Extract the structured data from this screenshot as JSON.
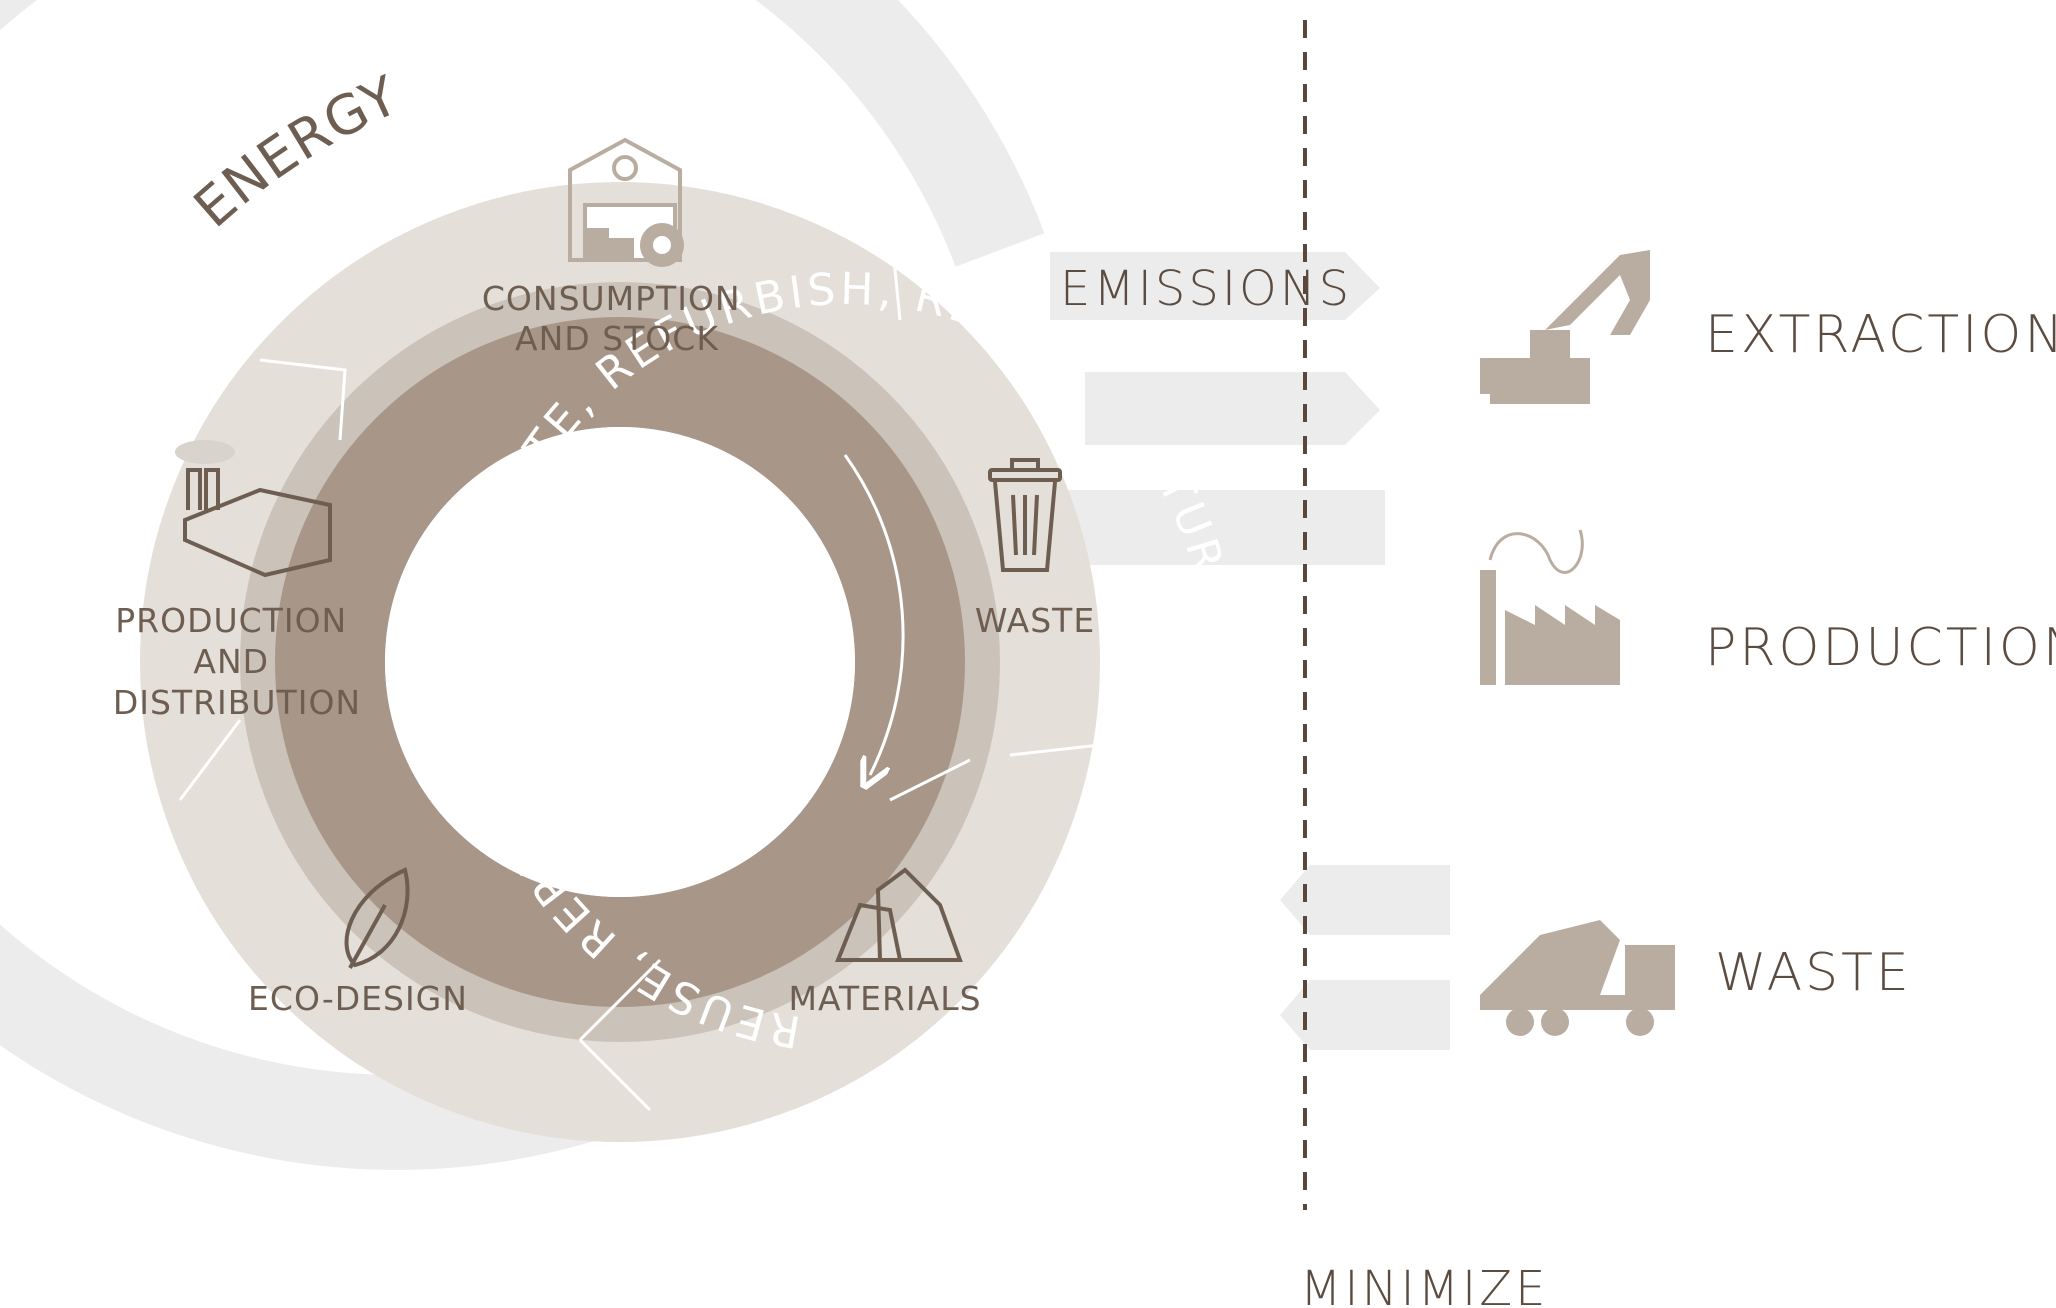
{
  "diagram": {
    "energy_label": "ENERGY",
    "emissions_label": "EMISSIONS",
    "minimize_label": "MINIMIZE",
    "ring_text": "REUSE, REPAIR, REDISTRIBUTE, REFURBISH, REMANUFACTURE",
    "stages": {
      "consumption": [
        "CONSUMPTION",
        "AND STOCK"
      ],
      "waste": "WASTE",
      "materials": "MATERIALS",
      "eco_design": "ECO-DESIGN",
      "production": [
        "PRODUCTION",
        "AND",
        "DISTRIBUTION"
      ]
    },
    "right_panel": {
      "extraction": "EXTRACTION",
      "production": "PRODUCTION",
      "waste": "WASTE"
    },
    "icons": {
      "consumption": "warehouse-icon",
      "waste": "trash-can-icon",
      "materials": "rocks-icon",
      "eco_design": "leaf-icon",
      "production": "factory-icon",
      "extraction": "excavator-icon",
      "production_right": "factory-smoke-icon",
      "waste_right": "dump-truck-icon"
    },
    "colors": {
      "outer_band": "#ececec",
      "middle_ring": "#e4dfd9",
      "inner_ring": "#cbc2b9",
      "core_ring": "#a89789",
      "icon": "#b9aca1",
      "text": "#6e5e52",
      "divider": "#5a463a"
    }
  }
}
